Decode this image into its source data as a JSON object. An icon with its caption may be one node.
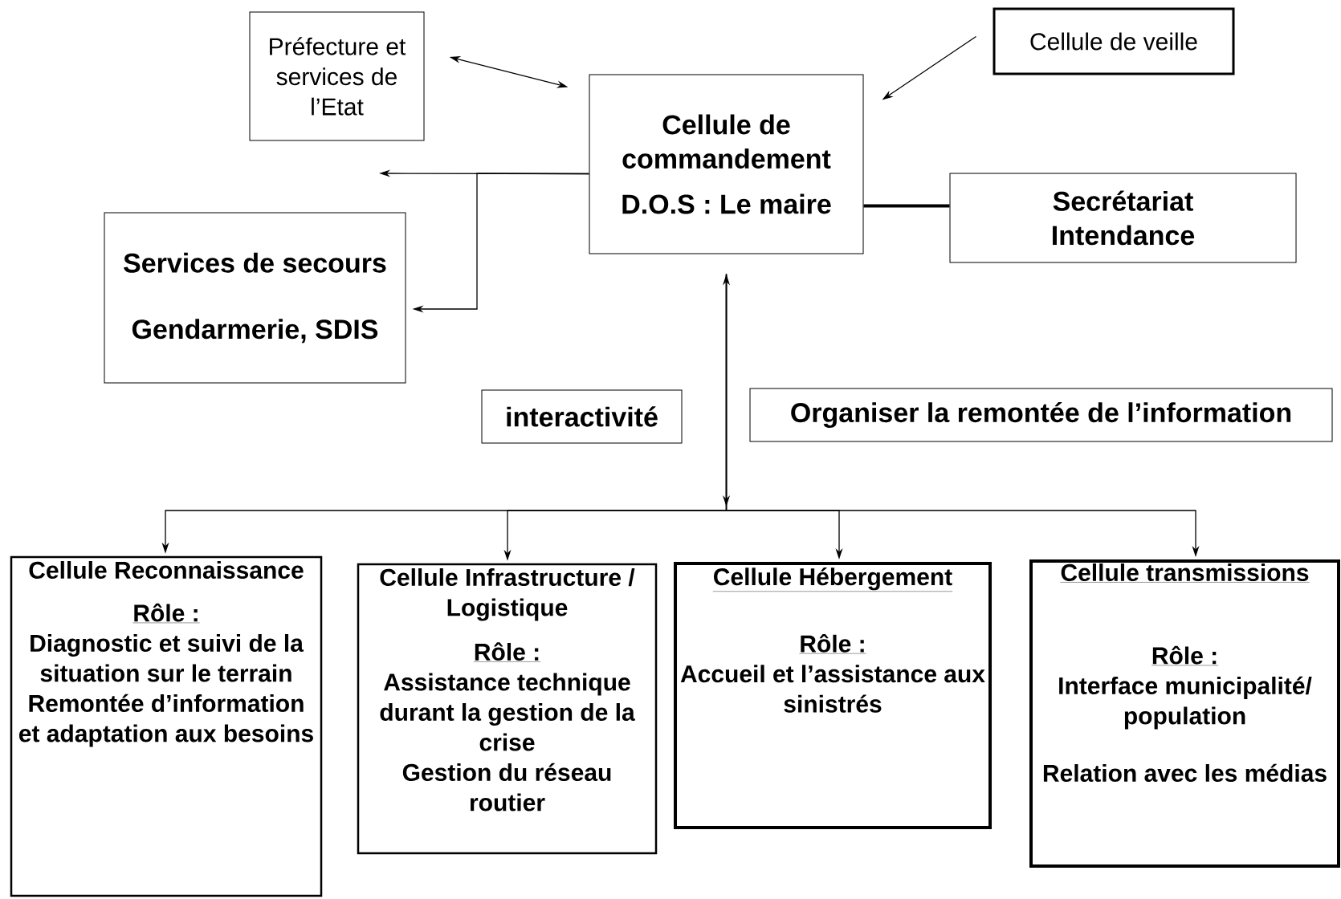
{
  "diagram": {
    "nodes": [
      {
        "text": [
          "Préfecture et services de l’Etat"
        ]
      },
      {
        "text": [
          "Cellule de veille"
        ]
      },
      {
        "text": [
          "Cellule de commandement",
          "D.O.S : Le maire"
        ]
      },
      {
        "text": [
          "Secrétariat Intendance"
        ]
      },
      {
        "text": [
          "Services de secours",
          "Gendarmerie, SDIS"
        ]
      },
      {
        "text": [
          "interactivité"
        ]
      },
      {
        "text": [
          "Organiser la remontée de l’information"
        ]
      },
      {
        "text": [
          "Cellule Reconnaissance",
          "Rôle :",
          "Diagnostic et suivi de la situation sur le terrain",
          "Remontée d’information et adaptation aux besoins"
        ]
      },
      {
        "text": [
          "Cellule Infrastructure / Logistique",
          "Rôle :",
          "Assistance technique durant la gestion de la crise",
          "Gestion du réseau routier"
        ]
      },
      {
        "text": [
          "Cellule Hébergement",
          "Rôle :",
          "Accueil et l’assistance aux sinistrés"
        ]
      },
      {
        "text": [
          "Cellule transmissions",
          "Rôle :",
          "Interface municipalité/ population",
          "Relation avec les médias"
        ]
      }
    ],
    "edges": [
      {
        "from": 0,
        "to": 2,
        "arrow": "both"
      },
      {
        "from": 1,
        "to": 2,
        "arrow": "to"
      },
      {
        "from": 2,
        "to": null,
        "arrow": "to"
      },
      {
        "from": 2,
        "to": 4,
        "arrow": "to"
      },
      {
        "from": 2,
        "to": 3,
        "arrow": "none",
        "style": "thick"
      },
      {
        "from": 2,
        "to": 7,
        "arrow": "both"
      },
      {
        "from": 2,
        "to": 8,
        "arrow": "both"
      },
      {
        "from": 2,
        "to": 9,
        "arrow": "both"
      },
      {
        "from": 2,
        "to": 10,
        "arrow": "both"
      }
    ]
  }
}
